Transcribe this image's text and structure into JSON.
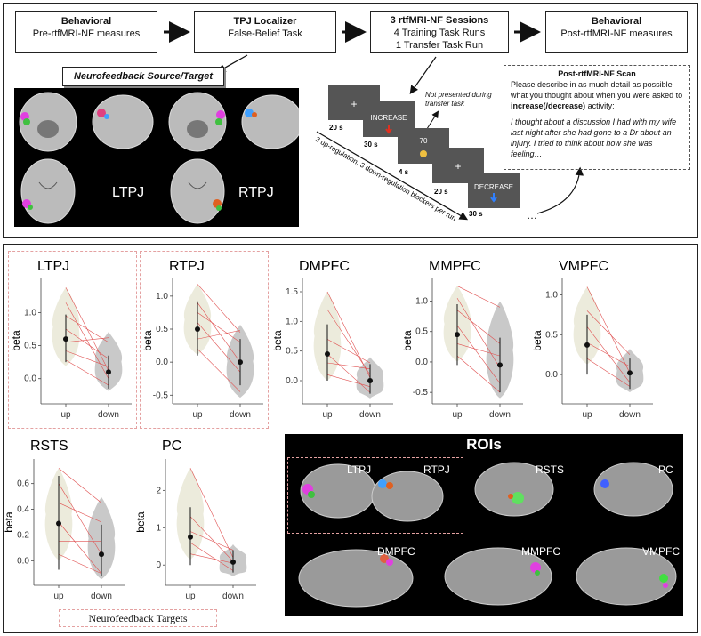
{
  "top": {
    "steps": [
      {
        "title": "Behavioral",
        "sub": "Pre-rtfMRI-NF measures"
      },
      {
        "title": "TPJ Localizer",
        "sub": "False-Belief Task"
      },
      {
        "title": "3 rtfMRI-NF Sessions",
        "sub": "4 Training Task Runs",
        "sub2": "1 Transfer Task Run"
      },
      {
        "title": "Behavioral",
        "sub": "Post-rtfMRI-NF measures"
      }
    ],
    "nf_source_label": "Neurofeedback Source/Target",
    "brain_labels": {
      "left": "LTPJ",
      "right": "RTPJ"
    },
    "task": {
      "screens": [
        {
          "text": "+",
          "time": "20 s"
        },
        {
          "text": "INCREASE",
          "time": "30 s"
        },
        {
          "text": "70",
          "time": "4 s"
        },
        {
          "text": "+",
          "time": "20 s"
        },
        {
          "text": "DECREASE",
          "time": "30 s"
        }
      ],
      "not_presented": "Not presented during transfer task",
      "blocks_label": "3 up-regulation, 3 down-regulation blockers per run",
      "ellipsis": "…"
    },
    "post_scan": {
      "title": "Post-rtfMRI-NF Scan",
      "prompt_pre": "Please describe in as much detail as possible what you thought about when you were asked to ",
      "prompt_bold": "increase(/decrease)",
      "prompt_post": " activity:",
      "quote": "I thought about a discussion I had with my wife last night after she had gone to a Dr about an injury. I tried to think about how she was feeling…"
    }
  },
  "chart_data": [
    {
      "type": "violin",
      "title": "LTPJ",
      "ylabel": "beta",
      "categories": [
        "up",
        "down"
      ],
      "yticks": [
        0.0,
        0.5,
        1.0
      ],
      "ylim": [
        -0.3,
        1.45
      ],
      "means": [
        0.6,
        0.1
      ],
      "errors": [
        [
          0.25,
          0.97
        ],
        [
          -0.15,
          0.35
        ]
      ],
      "pairs": [
        [
          1.38,
          0.12
        ],
        [
          1.15,
          0.0
        ],
        [
          0.95,
          0.55
        ],
        [
          0.75,
          0.3
        ],
        [
          0.55,
          0.62
        ],
        [
          0.42,
          0.18
        ],
        [
          0.28,
          -0.1
        ]
      ]
    },
    {
      "type": "violin",
      "title": "RTPJ",
      "ylabel": "beta",
      "categories": [
        "up",
        "down"
      ],
      "yticks": [
        -0.5,
        0.0,
        0.5,
        1.0
      ],
      "ylim": [
        -0.55,
        1.2
      ],
      "means": [
        0.5,
        0.0
      ],
      "errors": [
        [
          0.1,
          0.92
        ],
        [
          -0.35,
          0.35
        ]
      ],
      "pairs": [
        [
          1.18,
          0.45
        ],
        [
          0.9,
          0.0
        ],
        [
          0.75,
          0.3
        ],
        [
          0.6,
          -0.15
        ],
        [
          0.35,
          0.48
        ],
        [
          0.2,
          -0.45
        ]
      ]
    },
    {
      "type": "violin",
      "title": "DMPFC",
      "ylabel": "beta",
      "categories": [
        "up",
        "down"
      ],
      "yticks": [
        0.0,
        0.5,
        1.0,
        1.5
      ],
      "ylim": [
        -0.3,
        1.65
      ],
      "means": [
        0.45,
        0.0
      ],
      "errors": [
        [
          0.0,
          0.95
        ],
        [
          -0.22,
          0.28
        ]
      ],
      "pairs": [
        [
          1.5,
          0.05
        ],
        [
          1.2,
          0.1
        ],
        [
          0.7,
          0.3
        ],
        [
          0.45,
          -0.2
        ],
        [
          0.3,
          0.2
        ],
        [
          0.1,
          -0.1
        ]
      ]
    },
    {
      "type": "violin",
      "title": "MMPFC",
      "ylabel": "beta",
      "categories": [
        "up",
        "down"
      ],
      "yticks": [
        -0.5,
        0.0,
        0.5,
        1.0
      ],
      "ylim": [
        -0.6,
        1.3
      ],
      "means": [
        0.45,
        -0.05
      ],
      "errors": [
        [
          -0.05,
          0.95
        ],
        [
          -0.5,
          0.4
        ]
      ],
      "pairs": [
        [
          1.25,
          0.9
        ],
        [
          1.05,
          -0.1
        ],
        [
          0.85,
          0.3
        ],
        [
          0.6,
          -0.35
        ],
        [
          0.3,
          0.1
        ],
        [
          0.1,
          -0.5
        ]
      ]
    },
    {
      "type": "violin",
      "title": "VMPFC",
      "ylabel": "beta",
      "categories": [
        "up",
        "down"
      ],
      "yticks": [
        0.0,
        0.5,
        1.0
      ],
      "ylim": [
        -0.3,
        1.15
      ],
      "means": [
        0.37,
        0.02
      ],
      "errors": [
        [
          0.0,
          0.75
        ],
        [
          -0.18,
          0.2
        ]
      ],
      "pairs": [
        [
          1.1,
          0.02
        ],
        [
          0.8,
          0.25
        ],
        [
          0.6,
          -0.1
        ],
        [
          0.4,
          0.1
        ],
        [
          0.2,
          -0.15
        ]
      ]
    },
    {
      "type": "violin",
      "title": "RSTS",
      "ylabel": "beta",
      "categories": [
        "up",
        "down"
      ],
      "yticks": [
        0.0,
        0.2,
        0.4,
        0.6
      ],
      "ylim": [
        -0.15,
        0.75
      ],
      "means": [
        0.29,
        0.05
      ],
      "errors": [
        [
          -0.07,
          0.66
        ],
        [
          -0.12,
          0.28
        ]
      ],
      "pairs": [
        [
          0.72,
          0.45
        ],
        [
          0.6,
          0.05
        ],
        [
          0.45,
          0.3
        ],
        [
          0.3,
          -0.1
        ],
        [
          0.15,
          0.15
        ],
        [
          0.05,
          -0.1
        ]
      ]
    },
    {
      "type": "violin",
      "title": "PC",
      "ylabel": "beta",
      "categories": [
        "up",
        "down"
      ],
      "yticks": [
        0,
        1,
        2
      ],
      "ylim": [
        -0.4,
        2.7
      ],
      "means": [
        0.75,
        0.08
      ],
      "errors": [
        [
          0.0,
          1.55
        ],
        [
          -0.2,
          0.4
        ]
      ],
      "pairs": [
        [
          2.6,
          0.2
        ],
        [
          1.3,
          0.1
        ],
        [
          0.9,
          0.4
        ],
        [
          0.6,
          -0.15
        ],
        [
          0.3,
          0.05
        ]
      ]
    }
  ],
  "nf_targets_label": "Neurofeedback Targets",
  "rois": {
    "title": "ROIs",
    "labels": [
      "LTPJ",
      "RTPJ",
      "RSTS",
      "PC",
      "DMPFC",
      "MMPFC",
      "VMPFC"
    ]
  },
  "colors": {
    "violin_up": "#ecebdc",
    "violin_down": "#c9c9c9",
    "pair_line": "#e05050",
    "dash": "#e4a1a1"
  }
}
